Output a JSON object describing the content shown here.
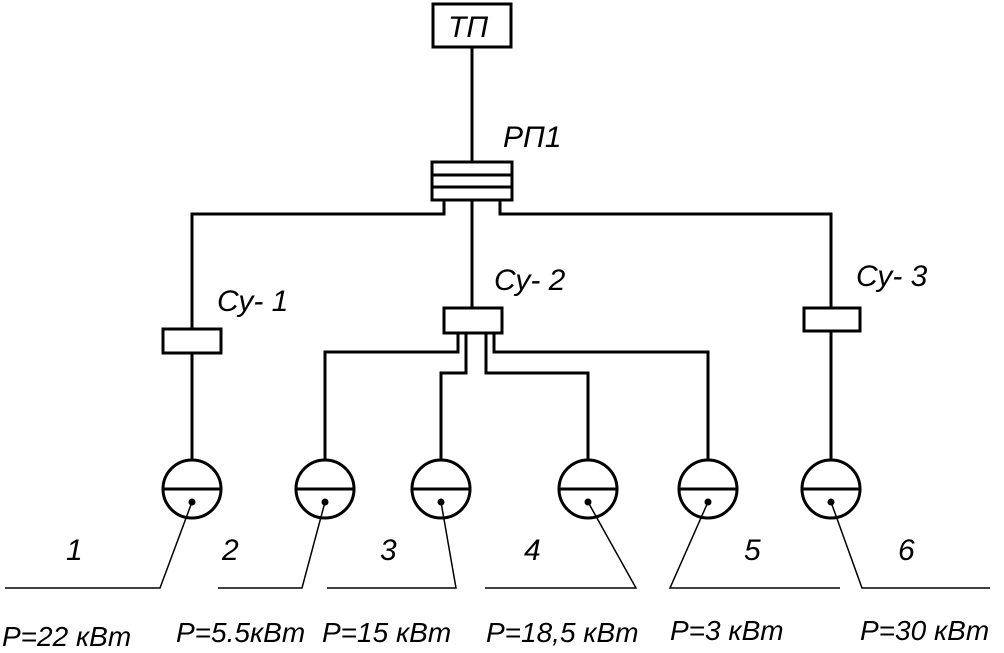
{
  "diagram": {
    "tp_label": "ТП",
    "rp_label": "РП1",
    "boxes": [
      {
        "label": "Су- 1"
      },
      {
        "label": "Су- 2"
      },
      {
        "label": "Су- 3"
      }
    ],
    "loads": [
      {
        "number": "1",
        "power": "P=22 кВт"
      },
      {
        "number": "2",
        "power": "P=5.5кВт"
      },
      {
        "number": "3",
        "power": "P=15 кВт"
      },
      {
        "number": "4",
        "power": "P=18,5 кВт"
      },
      {
        "number": "5",
        "power": "P=3 кВт"
      },
      {
        "number": "6",
        "power": "P=30 кВт"
      }
    ]
  }
}
